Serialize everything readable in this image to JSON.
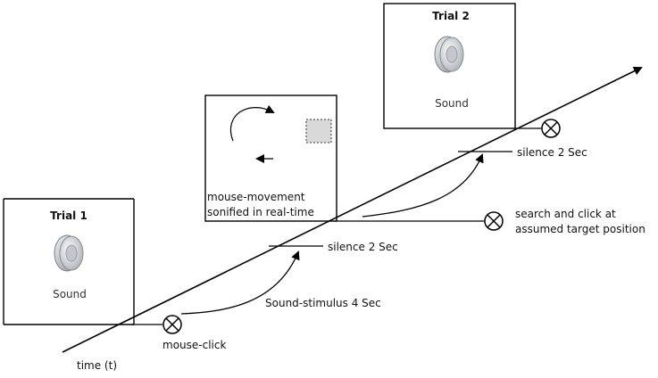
{
  "colors": {
    "ink": "#000000",
    "speaker_dark": "#7a7d82",
    "speaker_light": "#d8dadd",
    "target_fill": "#d9d9d9"
  },
  "trial1": {
    "title": "Trial 1",
    "icon": "speaker-icon",
    "sound_label": "Sound"
  },
  "trial2": {
    "title": "Trial 2",
    "icon": "speaker-icon",
    "sound_label": "Sound"
  },
  "movement": {
    "line1": "mouse-movement",
    "line2": "sonified in real-time"
  },
  "labels": {
    "time_axis": "time (t)",
    "mouse_click": "mouse-click",
    "stimulus": "Sound-stimulus 4 Sec",
    "silence_1": "silence 2 Sec",
    "silence_2": "silence 2 Sec",
    "search_line1": "search and click at",
    "search_line2": "assumed target position"
  }
}
